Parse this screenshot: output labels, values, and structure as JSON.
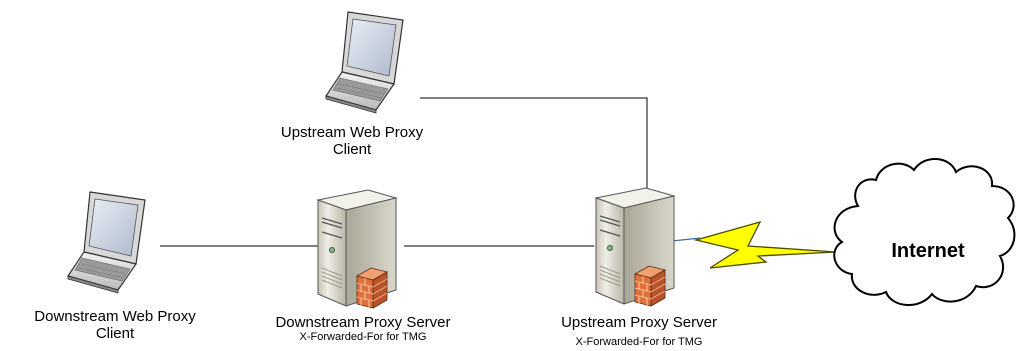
{
  "nodes": {
    "upstream_client": {
      "line1": "Upstream Web Proxy",
      "line2": "Client"
    },
    "downstream_client": {
      "line1": "Downstream Web Proxy",
      "line2": "Client"
    },
    "downstream_server": {
      "title": "Downstream Proxy Server",
      "subtitle": "X-Forwarded-For for TMG"
    },
    "upstream_server": {
      "title": "Upstream Proxy Server",
      "subtitle": "X-Forwarded-For for TMG"
    },
    "internet": {
      "label": "Internet"
    }
  },
  "icons": {
    "laptop": "laptop-icon",
    "server": "server-icon",
    "firewall": "firewall-icon",
    "cloud": "cloud-icon",
    "lightning": "lightning-bolt-icon"
  },
  "colors": {
    "line": "#000000",
    "lightning_fill": "#ffff00",
    "cloud_fill": "#ffffff",
    "server_body": "#e6e4d8",
    "firewall_brick": "#e0703a"
  }
}
